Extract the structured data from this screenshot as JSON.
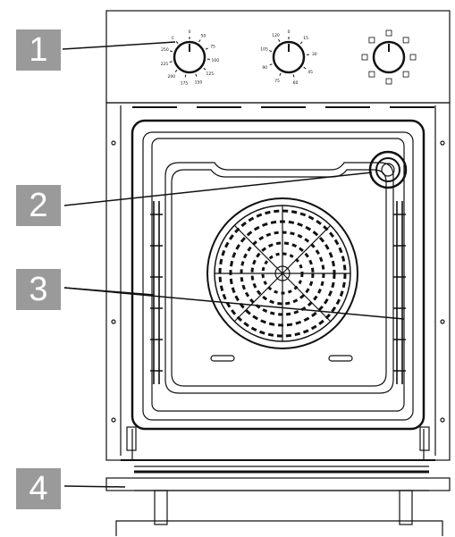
{
  "callouts": [
    {
      "label": "1"
    },
    {
      "label": "2"
    },
    {
      "label": "3"
    },
    {
      "label": "4"
    }
  ],
  "knobs": {
    "temperature": {
      "marks": [
        "0",
        "50",
        "75",
        "100",
        "125",
        "150",
        "175",
        "200",
        "225",
        "250",
        "C"
      ]
    },
    "timer": {
      "marks": [
        "0",
        "15",
        "30",
        "45",
        "60",
        "75",
        "90",
        "105",
        "120"
      ]
    },
    "function": {
      "icon": "function-selector-icons"
    }
  },
  "colors": {
    "line": "#111111",
    "callout_bg": "#9a9a9a",
    "callout_text": "#ffffff"
  }
}
